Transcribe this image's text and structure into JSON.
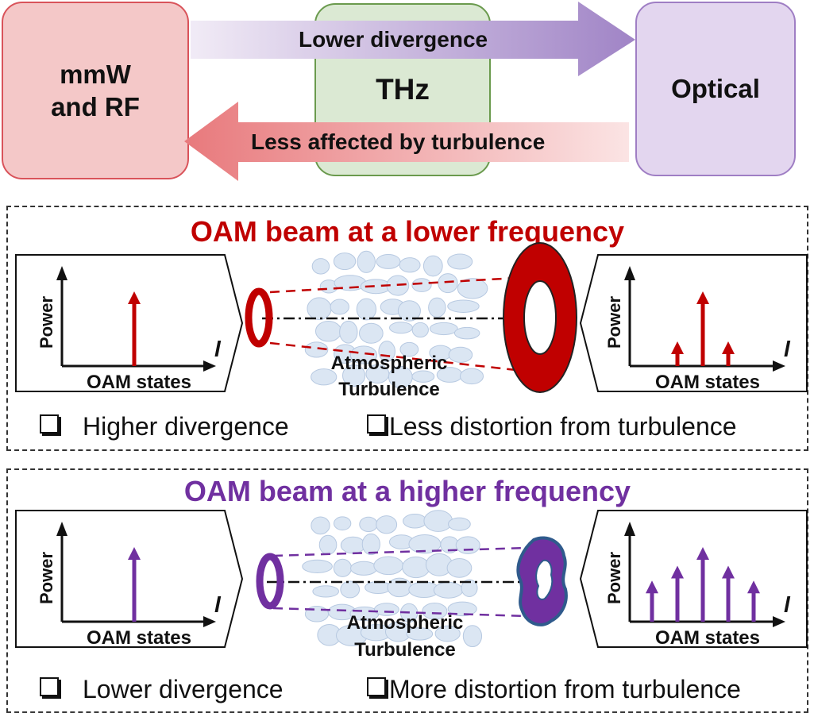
{
  "top": {
    "mmw": {
      "line1": "mmW",
      "line2": "and RF"
    },
    "thz": "THz",
    "optical": "Optical",
    "arrow_right": "Lower divergence",
    "arrow_left": "Less affected by turbulence"
  },
  "panel_low": {
    "title": "OAM beam at a lower frequency",
    "color": "#c00000",
    "left_chart": {
      "ylabel": "Power",
      "xlabel": "OAM states",
      "axis_symbol": "l",
      "arrows": [
        1.0
      ]
    },
    "right_chart": {
      "ylabel": "Power",
      "xlabel": "OAM states",
      "axis_symbol": "l",
      "arrows": [
        0.33,
        1.0,
        0.33
      ]
    },
    "turbulence": [
      "Atmospheric",
      "Turbulence"
    ],
    "check1": "Higher divergence",
    "check2": "Less distortion from turbulence"
  },
  "panel_high": {
    "title": "OAM beam at a higher frequency",
    "color": "#7030a0",
    "left_chart": {
      "ylabel": "Power",
      "xlabel": "OAM states",
      "axis_symbol": "l",
      "arrows": [
        1.0
      ]
    },
    "right_chart": {
      "ylabel": "Power",
      "xlabel": "OAM states",
      "axis_symbol": "l",
      "arrows": [
        0.55,
        0.75,
        1.0,
        0.75,
        0.55
      ]
    },
    "turbulence": [
      "Atmospheric",
      "Turbulence"
    ],
    "check1": "Lower divergence",
    "check2": "More distortion from turbulence"
  }
}
